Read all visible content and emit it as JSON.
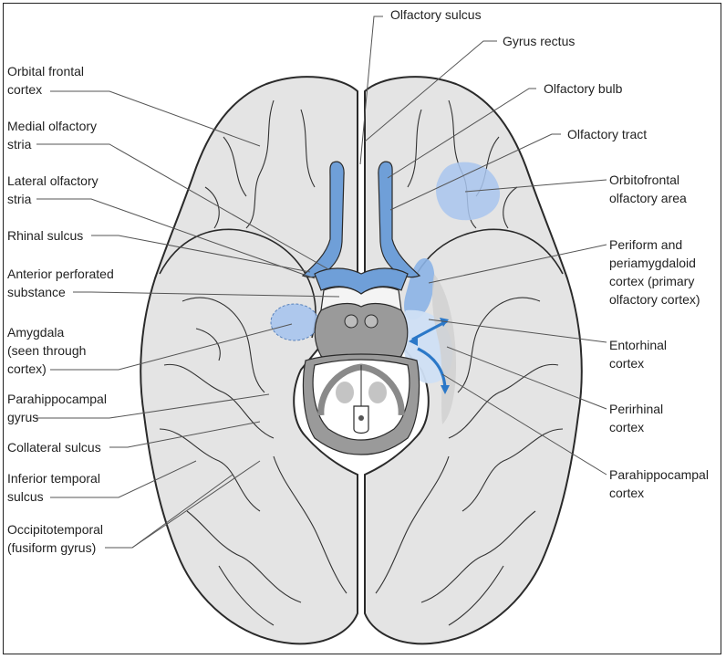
{
  "labels": {
    "olfactory_sulcus": "Olfactory sulcus",
    "gyrus_rectus": "Gyrus rectus",
    "olfactory_bulb": "Olfactory bulb",
    "olfactory_tract": "Olfactory tract",
    "orbitofrontal_area": [
      "Orbitofrontal",
      "olfactory area"
    ],
    "periform_cortex": [
      "Periform and",
      "periamygdaloid",
      "cortex (primary",
      "olfactory cortex)"
    ],
    "entorhinal_cortex": [
      "Entorhinal",
      "cortex"
    ],
    "perirhinal_cortex": [
      "Perirhinal",
      "cortex"
    ],
    "parahippocampal_cortex": [
      "Parahippocampal",
      "cortex"
    ],
    "orbital_frontal_cortex": [
      "Orbital frontal",
      "cortex"
    ],
    "medial_olfactory_stria": [
      "Medial olfactory",
      "stria"
    ],
    "lateral_olfactory_stria": [
      "Lateral olfactory",
      "stria"
    ],
    "rhinal_sulcus": "Rhinal sulcus",
    "anterior_perforated_substance": [
      "Anterior perforated",
      "substance"
    ],
    "amygdala": [
      "Amygdala",
      "(seen through",
      "cortex)"
    ],
    "parahippocampal_gyrus": [
      "Parahippocampal",
      "gyrus"
    ],
    "collateral_sulcus": "Collateral sulcus",
    "inferior_temporal_sulcus": [
      "Inferior temporal",
      "sulcus"
    ],
    "occipitotemporal": [
      "Occipitotemporal",
      "(fusiform gyrus)"
    ]
  },
  "colors": {
    "brain_fill": "#e4e4e4",
    "outline": "#2a2a2a",
    "olfactory_blue": "#6f9fd8",
    "light_blue": "#a9c6ee",
    "arrow_blue": "#2b78c8",
    "midbrain_grey": "#9a9a9a",
    "leader_line": "#555555"
  }
}
